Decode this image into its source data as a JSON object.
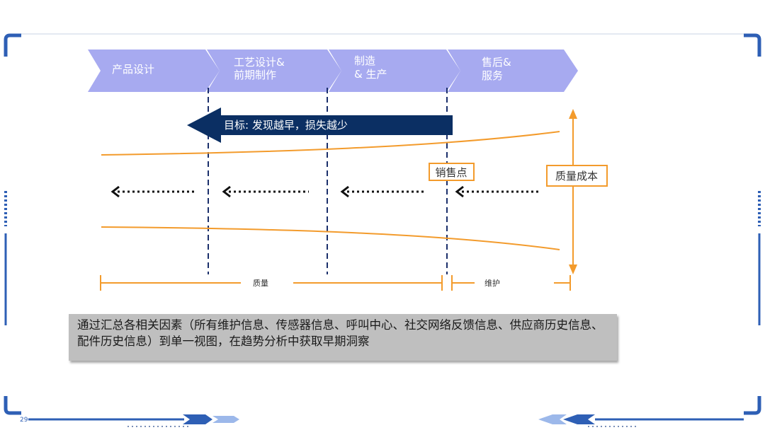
{
  "stages": [
    {
      "line1": "产品设计",
      "line2": ""
    },
    {
      "line1": "工艺设计&",
      "line2": "前期制作"
    },
    {
      "line1": "制造",
      "line2": "& 生产"
    },
    {
      "line1": "售后&",
      "line2": "服务"
    }
  ],
  "goal_label": "目标: 发现越早，损失越少",
  "sales_point_label": "销售点",
  "quality_cost_label": "质量成本",
  "axis": {
    "quality_label": "质量",
    "maintenance_label": "维护"
  },
  "summary_text": "通过汇总各相关因素（所有维护信息、传感器信息、呼叫中心、社交网络反馈信息、供应商历史信息、配件历史信息）到单一视图，在趋势分析中获取早期洞察",
  "page_number": "29",
  "colors": {
    "stage_fill": "#a7aaf0",
    "goal_arrow": "#0b2f63",
    "orange": "#f39b2c",
    "dashed_line": "#1b2f6b",
    "frame_blue": "#2e5fb5",
    "summary_bg": "#bfbfbf"
  }
}
